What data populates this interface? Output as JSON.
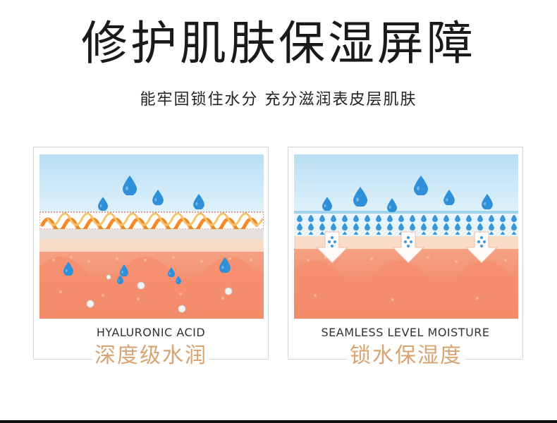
{
  "headline": "修护肌肤保湿屏障",
  "subline": "能牢固锁住水分 充分滋润表皮层肌肤",
  "panels": [
    {
      "english_label": "HYALURONIC ACID",
      "chinese_label": "深度级水润",
      "illustration": "skin-layers-hyaluronic-acid"
    },
    {
      "english_label": "SEAMLESS LEVEL MOISTURE",
      "chinese_label": "锁水保湿度",
      "illustration": "skin-layers-seamless-moisture"
    }
  ],
  "colors": {
    "sky": "#cfe8f6",
    "drop": "#2f8fd8",
    "skin_top": "#f7dcc8",
    "skin_dermis": "#f3876a",
    "accent_label": "#d9a472",
    "helix_orange": "#f08a2a"
  }
}
